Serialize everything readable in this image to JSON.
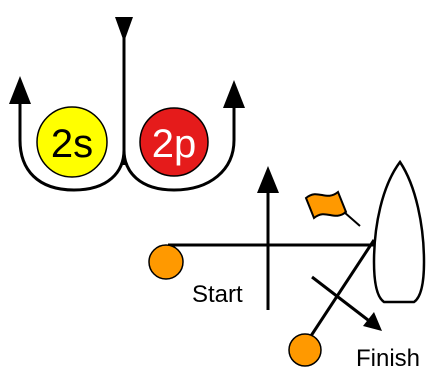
{
  "gate": {
    "left_mark": {
      "label": "2s",
      "color": "#ffff00"
    },
    "right_mark": {
      "label": "2p",
      "color": "#e51b1b"
    }
  },
  "course": {
    "start_label": "Start",
    "finish_label": "Finish",
    "start_mark_color": "#ff9900",
    "finish_mark_color": "#ff9900",
    "flag_color": "#ff9900",
    "boat_color": "#ffffff"
  }
}
